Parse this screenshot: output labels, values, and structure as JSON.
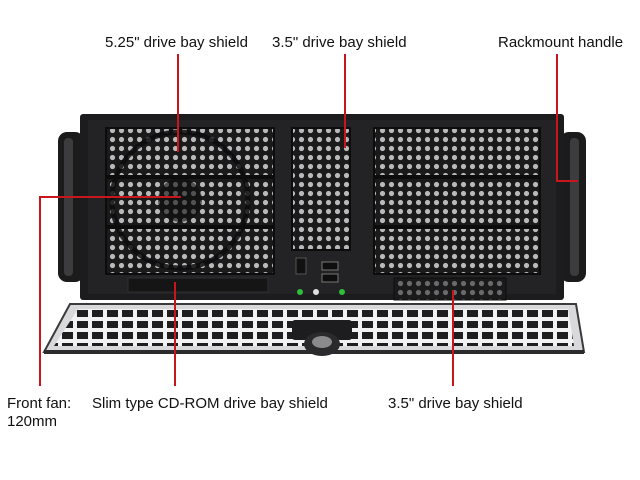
{
  "labels": {
    "drive_bay_525": "5.25\" drive bay shield",
    "drive_bay_35_top": "3.5\" drive bay shield",
    "rackmount_handle": "Rackmount handle",
    "front_fan_line1": "Front fan:",
    "front_fan_line2": "120mm",
    "slim_cdrom": "Slim type CD-ROM drive bay shield",
    "drive_bay_35_bottom": "3.5\" drive bay shield"
  },
  "colors": {
    "leader": "#c8161d",
    "chassis": "#1c1c1e",
    "panel": "#2a2a2c",
    "tray": "#e9e9ea"
  }
}
